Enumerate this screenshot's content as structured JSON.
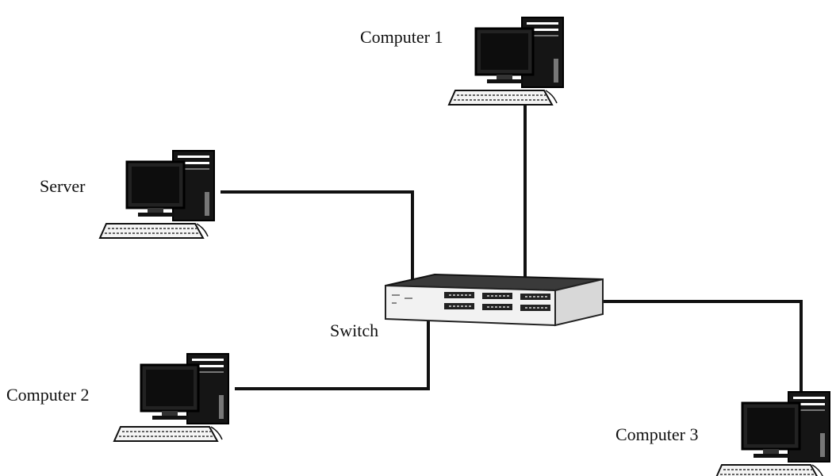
{
  "nodes": {
    "computer1": {
      "label": "Computer 1",
      "icon": "desktop-computer-icon"
    },
    "server": {
      "label": "Server",
      "icon": "desktop-computer-icon"
    },
    "switch": {
      "label": "Switch",
      "icon": "network-switch-icon"
    },
    "computer2": {
      "label": "Computer 2",
      "icon": "desktop-computer-icon"
    },
    "computer3": {
      "label": "Computer 3",
      "icon": "desktop-computer-icon"
    }
  },
  "edges": [
    {
      "from": "server",
      "to": "switch"
    },
    {
      "from": "computer1",
      "to": "switch"
    },
    {
      "from": "computer2",
      "to": "switch"
    },
    {
      "from": "computer3",
      "to": "switch"
    }
  ],
  "colors": {
    "line": "#111111",
    "ink": "#111111",
    "background": "#ffffff"
  }
}
